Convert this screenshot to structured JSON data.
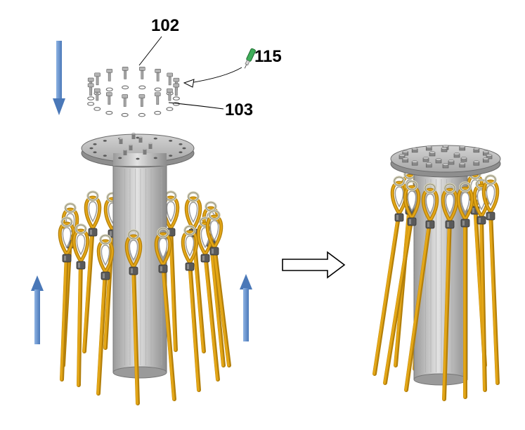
{
  "labels": {
    "bolts": "102",
    "applicator": "115",
    "washers": "103"
  },
  "colors": {
    "arrow_blue": "#5b8ac4",
    "tendon": "#e3a617",
    "tendon_dark": "#b37f0a",
    "steel": "#c9c9c9",
    "steel_dark": "#8a8a8a",
    "sleeve": "#5a5a5a",
    "nozzle": "#3fae5a"
  },
  "icons": {
    "down_arrow": "arrow-down-icon",
    "up_arrow": "arrow-up-icon",
    "transition_arrow": "arrow-right-outline-icon"
  }
}
